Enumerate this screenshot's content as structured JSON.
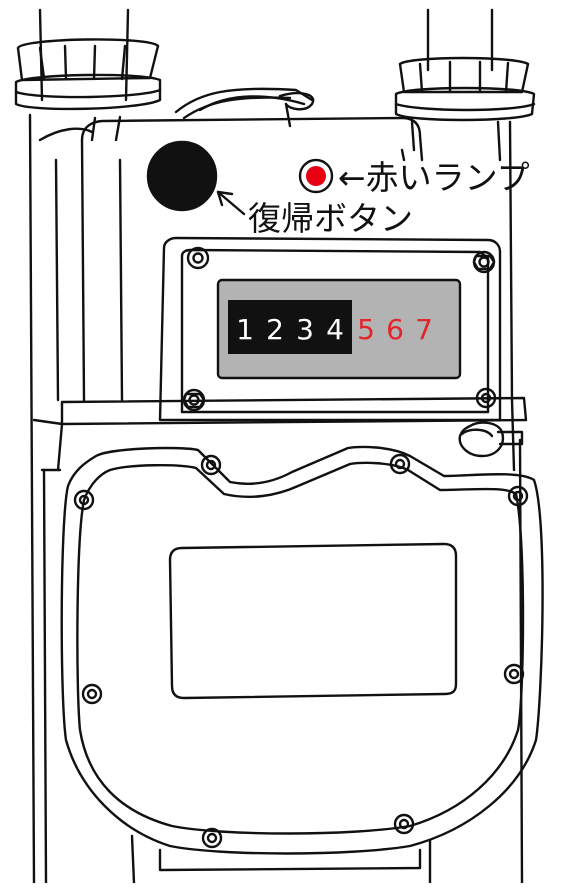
{
  "labels": {
    "red_lamp": "←赤いランプ",
    "reset_button": "復帰ボタン"
  },
  "counter": {
    "black_digits": [
      "1",
      "2",
      "3",
      "4"
    ],
    "red_digits": [
      "5",
      "6",
      "7"
    ]
  },
  "colors": {
    "line": "#111111",
    "lamp_red": "#e60012",
    "reset_button_fill": "#111111",
    "counter_window": "#b3b3b3",
    "counter_black_panel": "#111111",
    "counter_white_digit": "#ffffff",
    "counter_red_digit": "#e3242b"
  },
  "icons": {
    "reset_arrow": "arrow-up-left-icon",
    "screw": "screw-icon"
  }
}
